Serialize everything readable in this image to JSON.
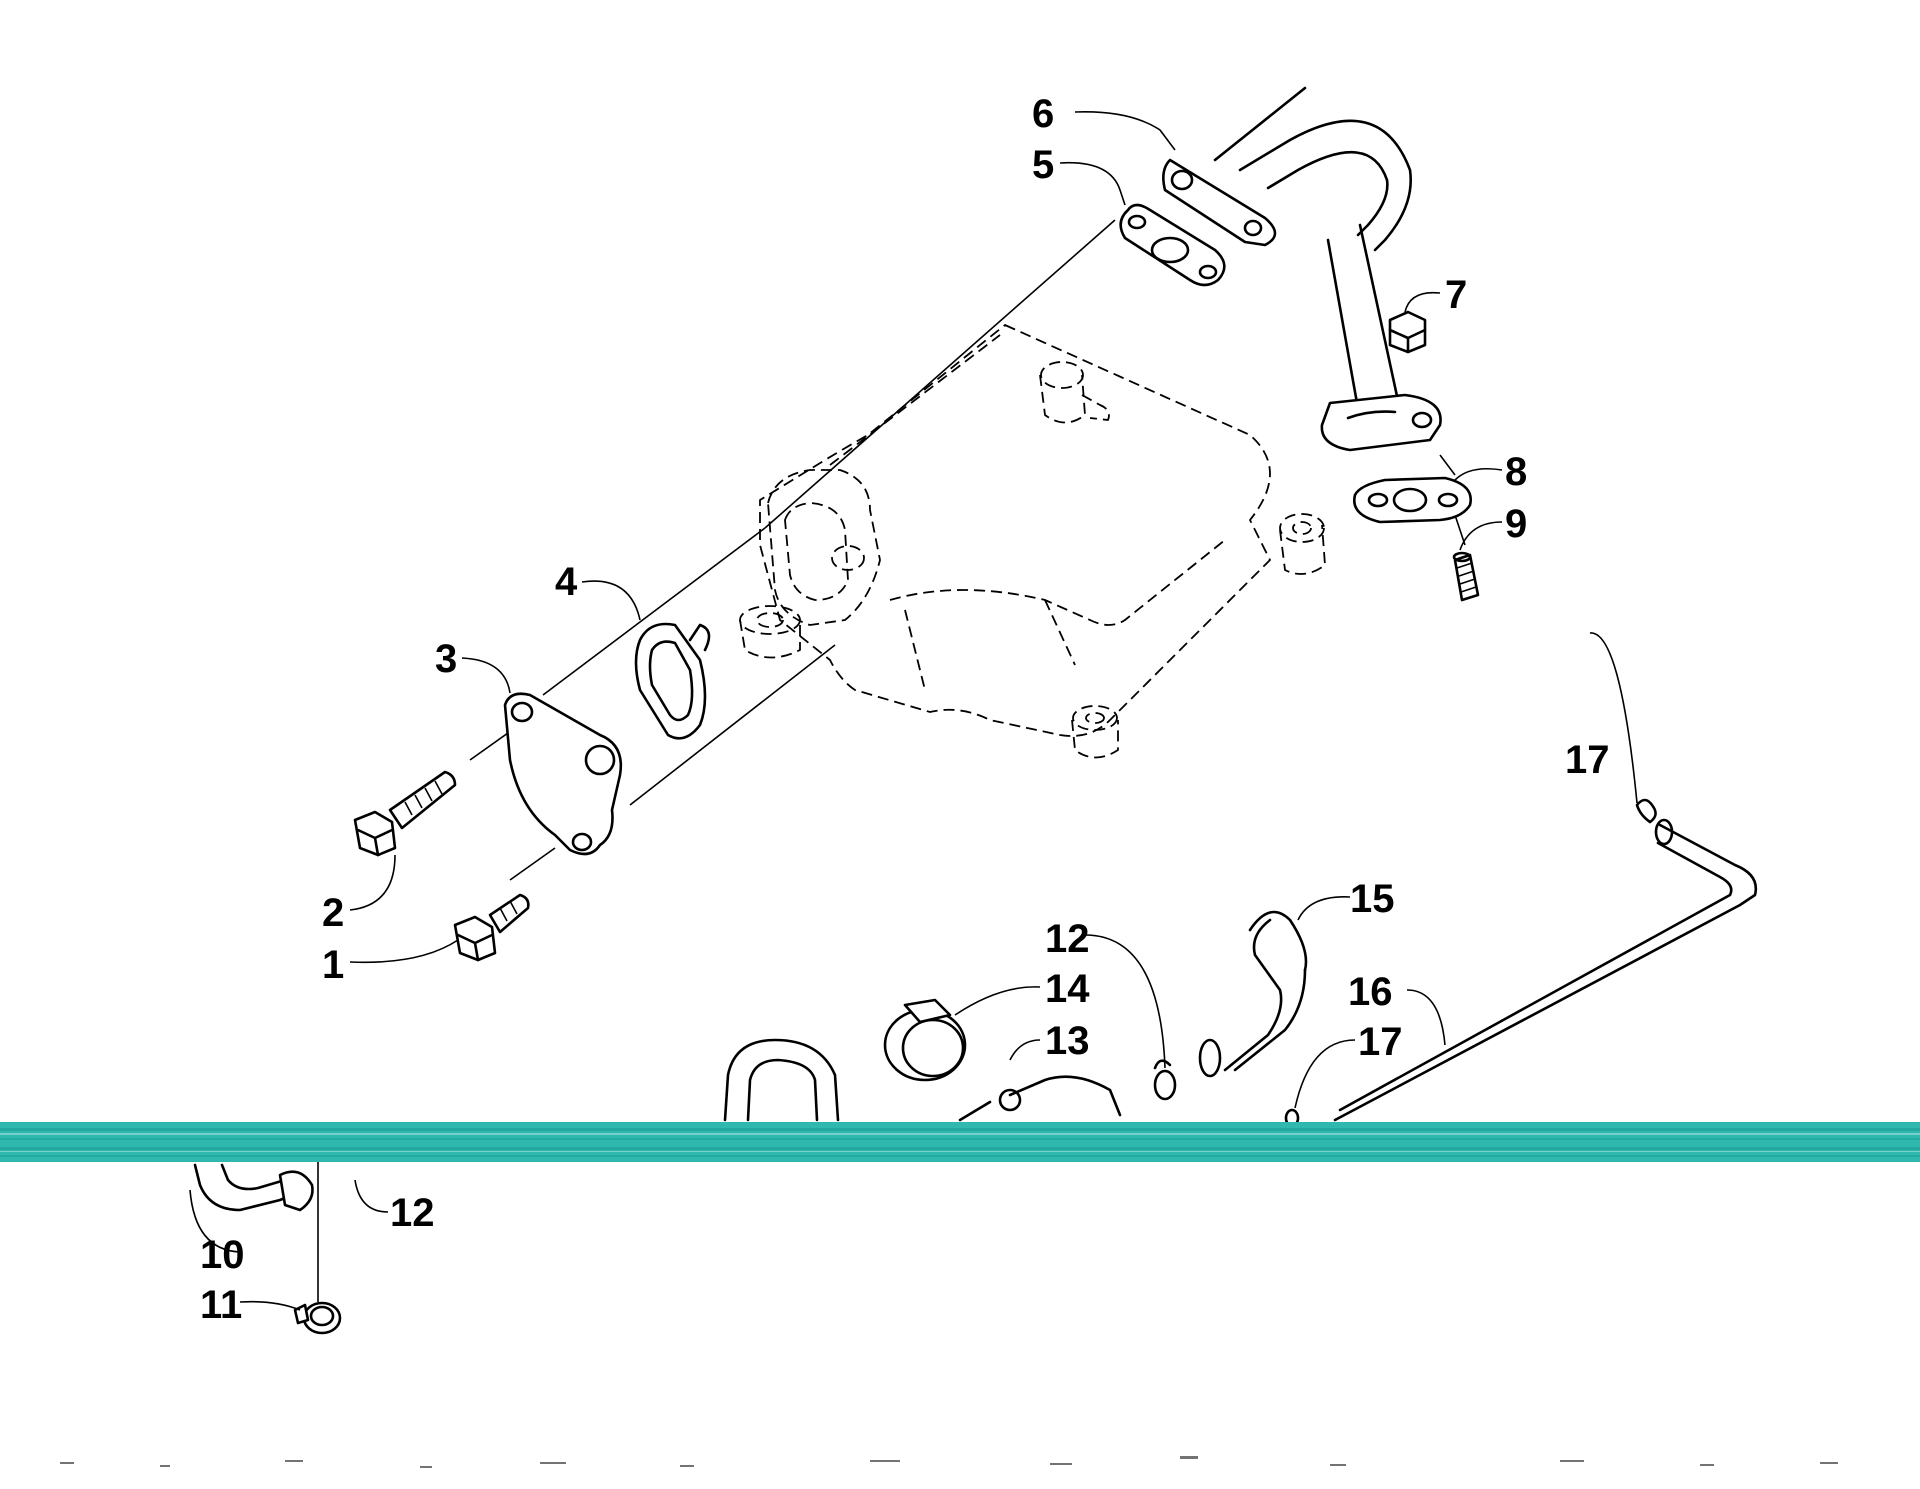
{
  "callouts": [
    {
      "id": "c1",
      "label": "1"
    },
    {
      "id": "c2",
      "label": "2"
    },
    {
      "id": "c3",
      "label": "3"
    },
    {
      "id": "c4",
      "label": "4"
    },
    {
      "id": "c5",
      "label": "5"
    },
    {
      "id": "c6",
      "label": "6"
    },
    {
      "id": "c7",
      "label": "7"
    },
    {
      "id": "c8",
      "label": "8"
    },
    {
      "id": "c9",
      "label": "9"
    },
    {
      "id": "c10",
      "label": "10"
    },
    {
      "id": "c11",
      "label": "11"
    },
    {
      "id": "c12a",
      "label": "12"
    },
    {
      "id": "c12b",
      "label": "12"
    },
    {
      "id": "c13",
      "label": "13"
    },
    {
      "id": "c14",
      "label": "14"
    },
    {
      "id": "c15",
      "label": "15"
    },
    {
      "id": "c16",
      "label": "16"
    },
    {
      "id": "c17a",
      "label": "17"
    },
    {
      "id": "c17b",
      "label": "17"
    }
  ],
  "colors": {
    "line": "#000000",
    "background": "#ffffff",
    "scan_artifact_band": "#2fb9ae"
  }
}
